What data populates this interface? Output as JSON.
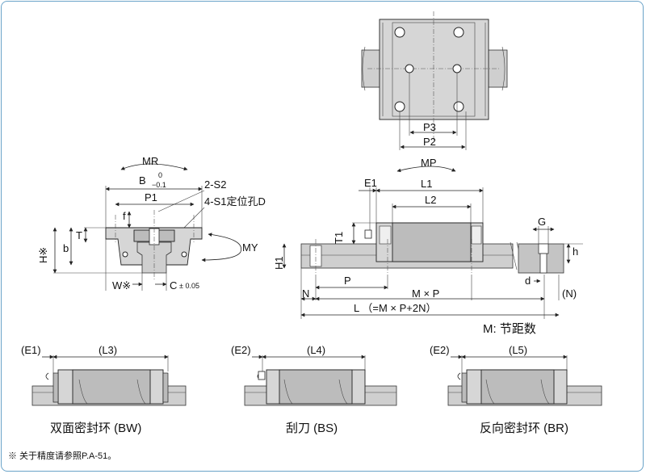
{
  "labels": {
    "p3": "P3",
    "p2": "P2",
    "mr": "MR",
    "b": "B",
    "b_tol_top": "0",
    "b_tol_bot": "−0.1",
    "s2": "2-S2",
    "p1": "P1",
    "s1": "4-S1定位孔D",
    "f": "f",
    "t": "T",
    "b_small": "b",
    "h_star": "H※",
    "my": "MY",
    "w_star": "W※",
    "c": "C",
    "c_tol": "± 0.05",
    "mp": "MP",
    "e1": "E1",
    "l1": "L1",
    "l2": "L2",
    "t1": "T1",
    "h1": "H1",
    "g": "G",
    "h": "h",
    "n_left": "N",
    "p": "P",
    "mxp": "M × P",
    "d": "d",
    "n_right": "(N)",
    "l_total": "L （=M × P+2N）",
    "m_note": "M: 节距数"
  },
  "variants": [
    {
      "e_label": "(E1)",
      "l_label": "(L3)",
      "caption": "双面密封环 (BW)"
    },
    {
      "e_label": "(E2)",
      "l_label": "(L4)",
      "caption": "刮刀 (BS)"
    },
    {
      "e_label": "(E2)",
      "l_label": "(L5)",
      "caption": "反向密封环 (BR)"
    }
  ],
  "footnote": "※ 关于精度请参照P.A-51。",
  "colors": {
    "frame": "#6aa3c8",
    "part": "#d6d6d6",
    "rail": "#cfcfcf"
  }
}
